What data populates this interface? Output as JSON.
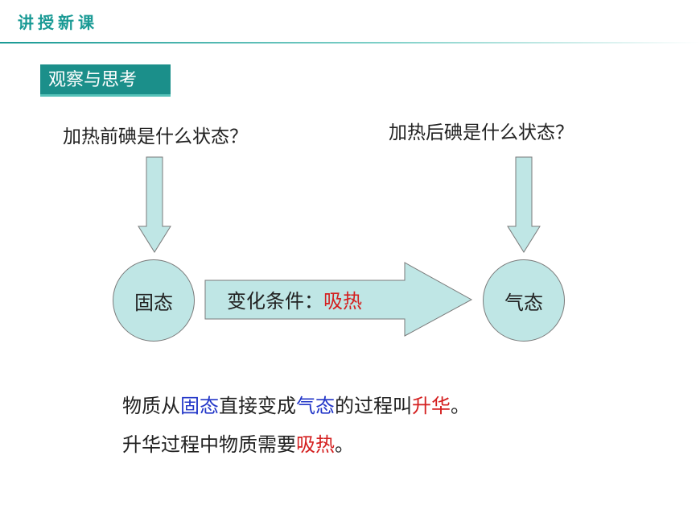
{
  "header": {
    "title": "讲授新课"
  },
  "section": {
    "label": "观察与思考"
  },
  "questions": {
    "before": "加热前碘是什么状态？",
    "after": "加热后碘是什么状态？"
  },
  "states": {
    "solid": "固态",
    "gas": "气态"
  },
  "transition": {
    "label": "变化条件：",
    "condition": "吸热"
  },
  "conclusion": {
    "line1": {
      "p1": "物质从",
      "solid": "固态",
      "p2": "直接变成",
      "gas": "气态",
      "p3": "的过程叫",
      "term": "升华",
      "p4": "。"
    },
    "line2": {
      "p1": "升华过程中物质需要",
      "heat": "吸热",
      "p2": "。"
    }
  },
  "colors": {
    "accent": "#1b8f8a",
    "shape_fill": "#bfe6e5",
    "highlight_red": "#d42020",
    "highlight_blue": "#2236c8"
  }
}
